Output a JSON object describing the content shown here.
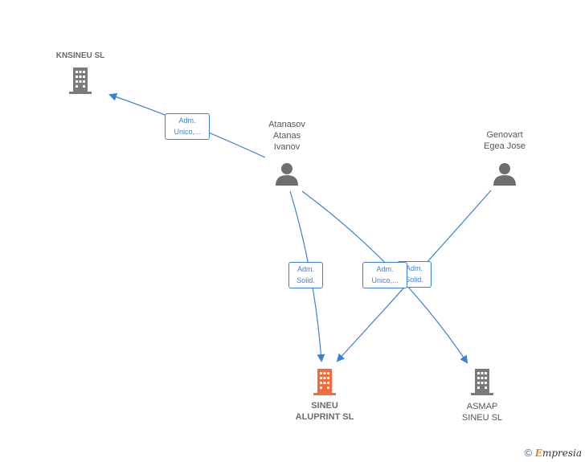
{
  "nodes": {
    "knsineu": {
      "label": "KNSINEU  SL"
    },
    "atanasov": {
      "label": "Atanasov\nAtanas\nIvanov"
    },
    "genovart": {
      "label": "Genovart\nEgea Jose"
    },
    "sineu_aluprint": {
      "label": "SINEU\nALUPRINT  SL"
    },
    "asmap": {
      "label": "ASMAP\nSINEU  SL"
    }
  },
  "edge_labels": {
    "adm_unico_1": "Adm.\nUnico,...",
    "adm_solid_1": "Adm.\nSolid.",
    "adm_solid_2": "Adm.\nSolid.",
    "adm_unico_2": "Adm.\nUnico,..."
  },
  "footer": {
    "copyright": "©",
    "brand_rest": "mpresia",
    "brand_e": "E"
  },
  "colors": {
    "edge": "#3b7fd6",
    "company_icon": "#7a7a7a",
    "focus_company": "#f26b3a",
    "person_icon": "#6e6e6e"
  }
}
